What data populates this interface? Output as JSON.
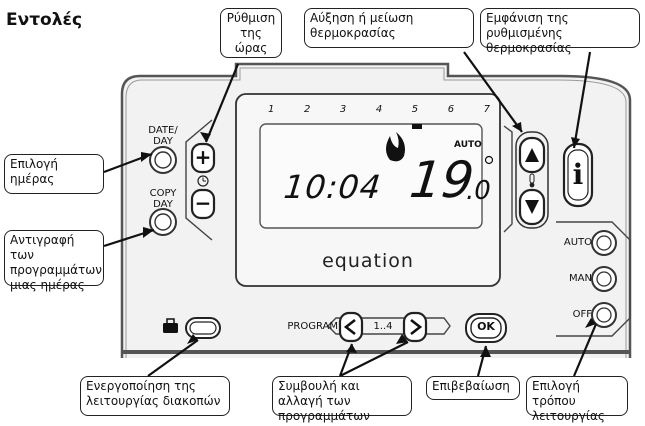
{
  "heading": "Εντολές",
  "callouts": {
    "set_time": "Ρύθμιση της ώρας",
    "temp_adjust": "Αύξηση ή μείωση θερμοκρασίας",
    "show_temp": "Εμφάνιση της ρυθμισμένης θερμοκρασίας",
    "select_day": "Επιλογή ημέρας",
    "copy_programs": "Αντιγραφή των προγραμμάτων μιας ημέρας",
    "holiday_mode": "Ενεργοποίηση της λειτουργίας διακοπών",
    "program_advice": "Συμβουλή και αλλαγή των προγραμμάτων",
    "confirm": "Επιβεβαίωση",
    "mode_select": "Επιλογή τρόπου λειτουργίας"
  },
  "device": {
    "date_day_label": "DATE/ DAY",
    "copy_day_label": "COPY DAY",
    "plus_symbol": "+",
    "minus_symbol": "−",
    "brand": "equation",
    "program_label": "PROGRAM",
    "program_range": "1..4",
    "ok_label": "OK",
    "mode_auto": "AUTO",
    "mode_man": "MAN",
    "mode_off": "OFF",
    "info_symbol": "i"
  },
  "lcd": {
    "days": [
      "1",
      "2",
      "3",
      "4",
      "5",
      "6",
      "7"
    ],
    "time": "10:04",
    "temperature": "19",
    "temperature_decimal": ".0",
    "mode_indicator": "AUTO"
  },
  "icons": [
    "clock-icon",
    "flame-icon",
    "thermometer-icon",
    "briefcase-icon",
    "arrow-up-icon",
    "arrow-down-icon",
    "chevron-left-icon",
    "chevron-right-icon",
    "info-icon"
  ]
}
